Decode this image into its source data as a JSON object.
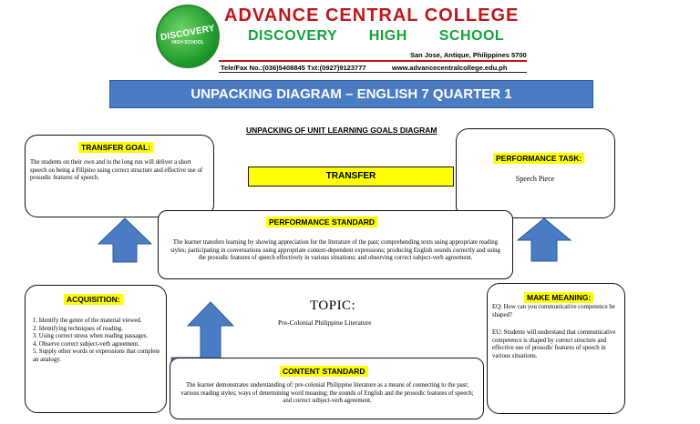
{
  "header": {
    "logo_text": "DISCOVERY",
    "logo_subtext": "HIGH SCHOOL",
    "school_name": "ADVANCE CENTRAL COLLEGE",
    "school_line2": "DISCOVERY HIGH SCHOOL",
    "address": "San Jose, Antique, Philippines 5700",
    "contact": "Tele/Fax No.:(036)5408845 Txt:(0927)9123777",
    "website": "www.advancecentralcollege.edu.ph"
  },
  "banner": "UNPACKING DIAGRAM – ENGLISH 7 QUARTER 1",
  "subtitle": "UNPACKING OF UNIT LEARNING GOALS DIAGRAM",
  "transfer_goal": {
    "label": "TRANSFER GOAL:",
    "text": "The students on their own and in the long run will deliver a short speech on being a Filipino using correct structure and effective use of prosodic features of speech."
  },
  "transfer": "TRANSFER",
  "performance_task": {
    "label": "PERFORMANCE TASK:",
    "text": "Speech Piece"
  },
  "performance_standard": {
    "label": "PERFORMANCE STANDARD",
    "text": "The learner transfers learning by showing appreciation for the literature of the past; comprehending texts using appropriate reading styles; participating in conversations using appropriate context-dependent expressions; producing English sounds correctly and using the prosodic features of speech effectively in various situations; and observing correct subject-verb agreement."
  },
  "acquisition": {
    "label": "ACQUISITION:",
    "items": [
      "1. Identify the genre of the material viewed.",
      "2. Identifying techniques of reading.",
      "3. Using correct stress when reading passages.",
      "4. Observe correct subject-verb agreement.",
      "5. Supply other words or expressions that complete an analogy."
    ]
  },
  "topic": {
    "title": "TOPIC:",
    "subtitle": "Pre-Colonial Philippine Literature"
  },
  "make_meaning": {
    "label": "MAKE MEANING:",
    "eq": "EQ: How can you communicative competence be shaped?",
    "eu": "EU: Students will understand that communicative competence is shaped by correct structure and effective use of prosodic features of speech in various situations."
  },
  "content_standard": {
    "label": "CONTENT STANDARD",
    "text": "The learner demonstrates understanding of: pre-colonial Philippine literature as a means of connecting to the past; various reading styles; ways of determining word meaning; the sounds of English and the prosodic features of speech; and correct subject-verb agreement."
  },
  "colors": {
    "banner": "#4a7bc3",
    "arrow": "#4a7bc3",
    "highlight": "#ffff00",
    "brand_red": "#c0171b",
    "brand_green": "#17a23a"
  }
}
